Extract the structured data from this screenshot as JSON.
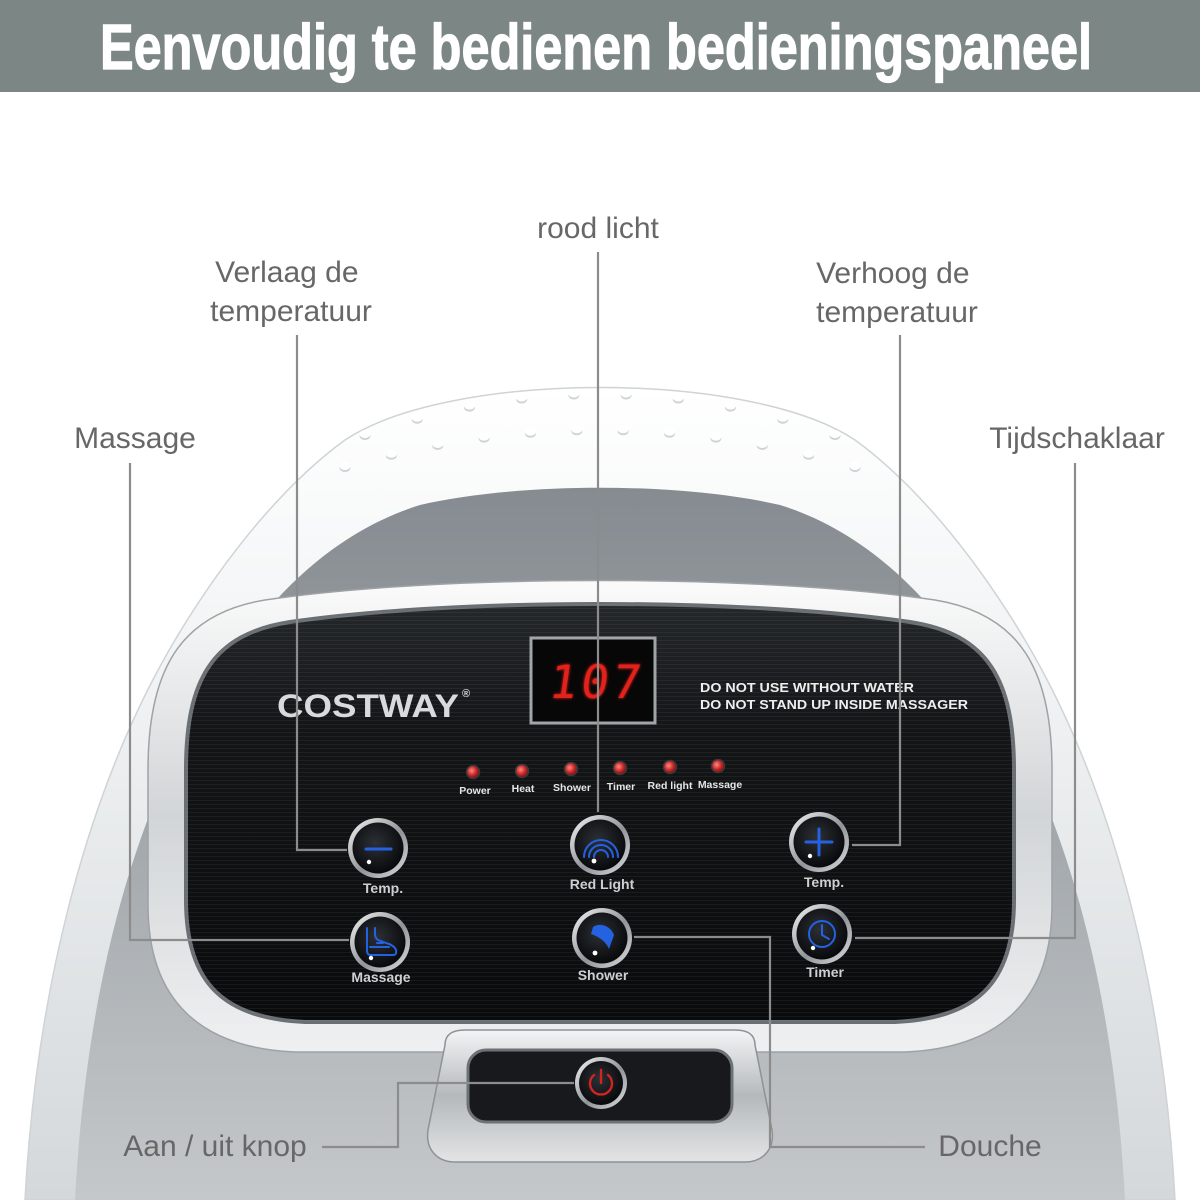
{
  "header": {
    "title": "Eenvoudig te bedienen bedieningspaneel"
  },
  "callouts": {
    "red_light": "rood licht",
    "decrease_temp": [
      "Verlaag de",
      "temperatuur"
    ],
    "increase_temp": [
      "Verhoog de",
      "temperatuur"
    ],
    "massage": "Massage",
    "timer": "Tijdschaklaar",
    "power": "Aan / uit knop",
    "shower": "Douche"
  },
  "panel": {
    "brand": "COSTWAY",
    "brand_mark": "®",
    "display": "107",
    "warnings": [
      "DO NOT USE WITHOUT WATER",
      "DO NOT STAND UP INSIDE MASSAGER"
    ],
    "indicators": [
      "Power",
      "Heat",
      "Shower",
      "Timer",
      "Red light",
      "Massage"
    ],
    "buttons": {
      "temp_down": {
        "label": "Temp.",
        "icon": "minus-icon"
      },
      "red_light": {
        "label": "Red Light",
        "icon": "red-light-icon"
      },
      "temp_up": {
        "label": "Temp.",
        "icon": "plus-icon"
      },
      "massage": {
        "label": "Massage",
        "icon": "foot-icon"
      },
      "shower": {
        "label": "Shower",
        "icon": "shower-icon"
      },
      "timer": {
        "label": "Timer",
        "icon": "clock-icon"
      },
      "power": {
        "icon": "power-icon"
      }
    }
  },
  "colors": {
    "header_bg": "#7c8685",
    "icon_blue": "#2462e2",
    "led_red": "#c8262a",
    "display_red": "#e3201b",
    "power_red": "#d42420",
    "callout_text": "#676767"
  }
}
